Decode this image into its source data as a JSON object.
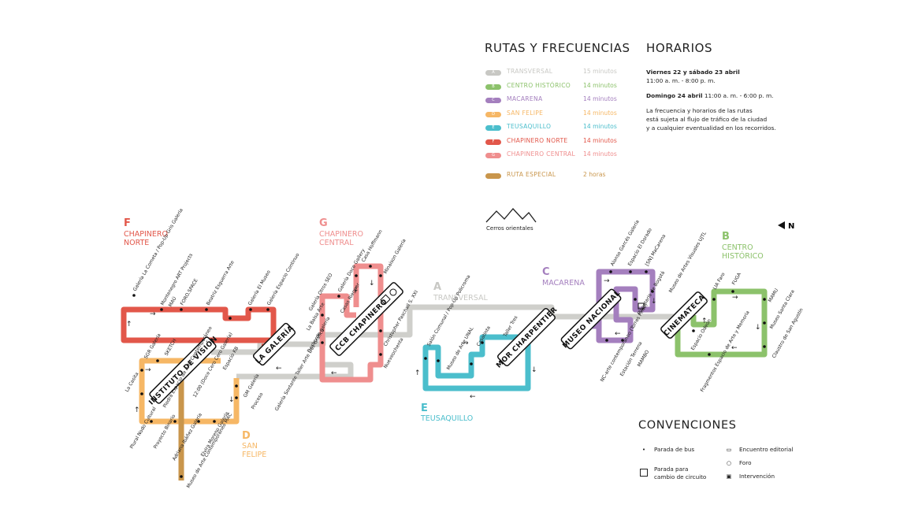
{
  "legend": {
    "title": "RUTAS Y FRECUENCIAS",
    "routes": [
      {
        "letter": "A",
        "name": "TRANSVERSAL",
        "freq": "15 minutos",
        "color": "#c8c8c4"
      },
      {
        "letter": "B",
        "name": "CENTRO HISTÓRICO",
        "freq": "14 minutos",
        "color": "#8cc26b"
      },
      {
        "letter": "C",
        "name": "MACARENA",
        "freq": "14 minutos",
        "color": "#a47fbe"
      },
      {
        "letter": "D",
        "name": "SAN FELIPE",
        "freq": "14 minutos",
        "color": "#f6b765"
      },
      {
        "letter": "E",
        "name": "TEUSAQUILLO",
        "freq": "14 minutos",
        "color": "#4bbecc"
      },
      {
        "letter": "F",
        "name": "CHAPINERO NORTE",
        "freq": "14 minutos",
        "color": "#e2574a"
      },
      {
        "letter": "G",
        "name": "CHAPINERO CENTRAL",
        "freq": "14 minutos",
        "color": "#ef8e8e"
      },
      {
        "letter": "",
        "name": "RUTA ESPECIAL",
        "freq": "2 horas",
        "color": "#c9964c"
      }
    ]
  },
  "horarios": {
    "title": "HORARIOS",
    "block1_bold": "Viernes 22 y sábado 23 abril",
    "block1_time": "11:00 a. m. - 8:00 p. m.",
    "block2_bold": "Domingo 24 abril",
    "block2_time": "11:00 a. m. - 6:00 p. m.",
    "note_lines": [
      "La frecuencia y horarios de las rutas",
      "está sujeta al flujo de tráfico de la ciudad",
      "y a cualquier eventualidad en los recorridos."
    ]
  },
  "map": {
    "cerros": "Cerros orientales",
    "north": "N",
    "routes": {
      "F": {
        "letter": "F",
        "line1": "CHAPINERO",
        "line2": "NORTE"
      },
      "G": {
        "letter": "G",
        "line1": "CHAPINERO",
        "line2": "CENTRAL"
      },
      "A": {
        "letter": "A",
        "line1": "TRANSVERSAL"
      },
      "C": {
        "letter": "C",
        "line1": "MACARENA"
      },
      "B": {
        "letter": "B",
        "line1": "CENTRO",
        "line2": "HISTÓRICO"
      },
      "E": {
        "letter": "E",
        "line1": "TEUSAQUILLO"
      },
      "D": {
        "letter": "D",
        "line1": "SAN",
        "line2": "FELIPE"
      }
    },
    "hubs": {
      "instituto": "INSTITUTO DE VISIÓN",
      "galeria": "LA GALERÍA",
      "ccb": "CCB CHAPINERO",
      "mor": "MOR CHARPENTIER",
      "museo": "MUSEO NACIONAL",
      "cinemateca": "CINEMATECA"
    },
    "stops": {
      "s1": "Galería La Cometa / Pop-Up Gris Galería",
      "s2": "Montenegro ART Projects",
      "s3": "MAÚ",
      "s4": "FORO.SPACE",
      "s5": "Beatriz Esguerra Arte",
      "s6": "Galería El Museo",
      "s7": "Galería Espacio Continuo",
      "s8": "Galería Doce Gallery",
      "s9": "Casas Riegner",
      "s10": "Casa Hoffmann",
      "s11": "Minaison Galería",
      "s12": "Christopher Paschall S. XXI",
      "s13": "Nueveochenta",
      "s14": "Galería Otros SEO",
      "s15": "La Balsa Arte",
      "s16": "Desborde galería",
      "s17": "SGR Galería",
      "s18": "SKETCH",
      "s19": "La Casita",
      "s20": "Plural Nodo Cultural",
      "s21": "Proyecto Binario",
      "s22": "Adriana Ibáñez Galería",
      "s23": "Elvira Moreno Galería",
      "s24": "Museo de Arte Contemporáneo MAC",
      "s25": "Piedra Espacio de Arte Contemporáneo",
      "s26": "12:00 (Doce Cero Cero Galería)",
      "s27": "Espacio KB",
      "s28": "GM Galería",
      "s29": "Proceso",
      "s30": "Galería Sextante Taller Arte Dos Gráfico",
      "s31": "Salón Comunal / Pop-Up Policroma",
      "s32": "Museo de Arte UNAL",
      "s33": "Casatinta",
      "s34": "Taller Tres",
      "s35": "Alonso Garcés Galería",
      "s36": "Espacio El Dorado",
      "s37": "[SN] MaCarena",
      "s38": "Museo de Artes Visuales UJTL",
      "s39": "Planetario de Bogotá",
      "s40": "NC-arte contemporáneo (Torres Pinto)",
      "s41": "Estación Terrena",
      "s42": "MAMBO",
      "s43": "LIA Faro",
      "s44": "FUGA",
      "s45": "MAMU",
      "s46": "Museo Santa Clara",
      "s47": "Claustro de San Agustín",
      "s48": "Espacio Odeón",
      "s49": "Fragmentos Espacio de Arte y Memoria"
    }
  },
  "convenciones": {
    "title": "CONVENCIONES",
    "bus": "Parada de bus",
    "cambio_1": "Parada para",
    "cambio_2": "cambio de circuito",
    "encuentro": "Encuentro editorial",
    "foro": "Foro",
    "intervencion": "Intervención"
  }
}
